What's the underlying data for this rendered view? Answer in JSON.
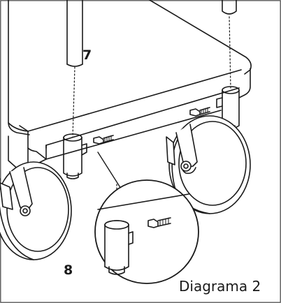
{
  "labels": {
    "part_top": "7",
    "part_bottom": "8",
    "caption": "Diagrama 2"
  },
  "colors": {
    "ink": "#1a1a1a",
    "paper": "#ffffff",
    "frame": "#5a5a5a"
  }
}
